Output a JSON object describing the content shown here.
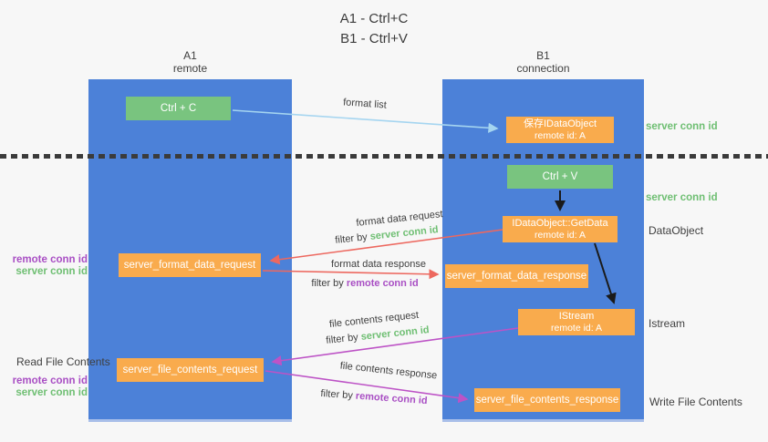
{
  "title": {
    "line1": "A1 - Ctrl+C",
    "line2": "B1 - Ctrl+V"
  },
  "lane_a": {
    "name": "A1",
    "subtitle": "remote"
  },
  "lane_b": {
    "name": "B1",
    "subtitle": "connection"
  },
  "nodes": {
    "ctrl_c": "Ctrl + C",
    "ctrl_v": "Ctrl + V",
    "save_dataobject": {
      "title": "保存IDataObject",
      "subtitle": "remote id: A"
    },
    "getdata": {
      "title": "IDataObject::GetData",
      "subtitle": "remote id: A"
    },
    "istream": {
      "title": "IStream",
      "subtitle": "remote id: A"
    },
    "server_format_data_request": "server_format_data_request",
    "server_format_data_response": "server_format_data_response",
    "server_file_contents_request": "server_file_contents_request",
    "server_file_contents_response": "server_file_contents_response"
  },
  "arrow_labels": {
    "format_list": "format list",
    "format_data_request": "format data request",
    "format_data_response": "format data response",
    "file_contents_request": "file contents request",
    "file_contents_response": "file contents response",
    "filter_by": "filter by ",
    "server_conn_id": "server conn id",
    "remote_conn_id": "remote conn id"
  },
  "side_labels": {
    "server_conn_id_top": "server conn id",
    "server_conn_id_mid": "server conn id",
    "dataobject": "DataObject",
    "istream": "Istream",
    "write_file_contents": "Write File Contents",
    "read_file_contents": "Read File Contents",
    "remote_conn_id": "remote conn id",
    "server_conn_id": "server conn id"
  },
  "colors": {
    "lane_blue": "#4c81d8",
    "node_green": "#79c47f",
    "node_orange": "#f9ab4d",
    "arrow_light_blue": "#a5d5f0",
    "arrow_red": "#ed685f",
    "arrow_magenta": "#bd53c6",
    "arrow_black": "#1a1a1a",
    "label_green": "#6fbf73",
    "label_purple": "#a94fc4",
    "text_dark": "#3c3c3c",
    "background": "#f7f7f7"
  }
}
